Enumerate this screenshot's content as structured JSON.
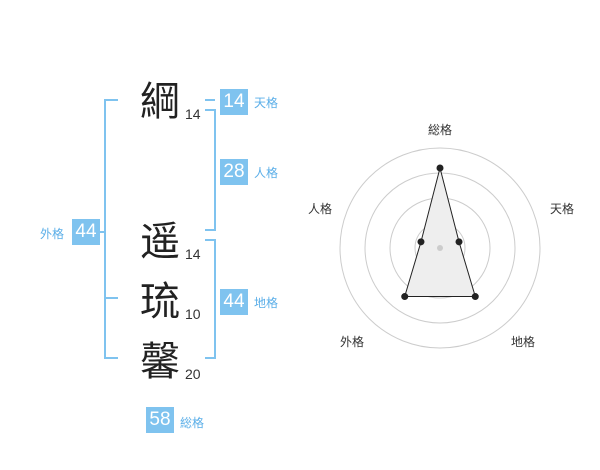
{
  "name": {
    "characters": [
      {
        "char": "綱",
        "strokes": "14"
      },
      {
        "char": "遥",
        "strokes": "14"
      },
      {
        "char": "琉",
        "strokes": "10"
      },
      {
        "char": "馨",
        "strokes": "20"
      }
    ]
  },
  "kakusu": {
    "tenkaku": {
      "value": "14",
      "label": "天格"
    },
    "jinkaku": {
      "value": "28",
      "label": "人格"
    },
    "chikaku": {
      "value": "44",
      "label": "地格"
    },
    "gaikaku": {
      "value": "44",
      "label": "外格"
    },
    "soukaku": {
      "value": "58",
      "label": "総格"
    }
  },
  "radar": {
    "axes": [
      "総格",
      "天格",
      "地格",
      "外格",
      "人格"
    ],
    "values": [
      4,
      1,
      3,
      3,
      1
    ],
    "max": 5,
    "rings": 4,
    "fill_color": "#eeeeee",
    "stroke_color": "#222222",
    "ring_color": "#cccccc"
  },
  "colors": {
    "accent": "#7fc3ef",
    "label": "#5aaee8"
  }
}
